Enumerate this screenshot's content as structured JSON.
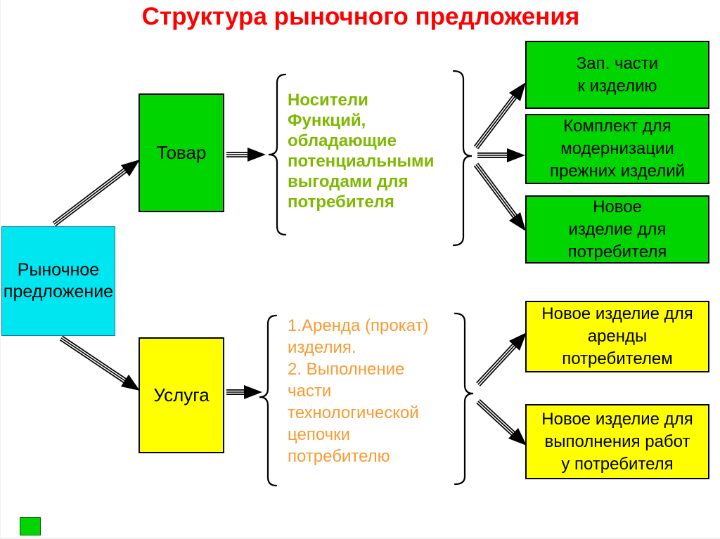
{
  "title": {
    "text": "Структура рыночного предложения",
    "color": "#FF0000"
  },
  "root_box": {
    "label": "Рыночное предложение",
    "fill": "#00E6F0"
  },
  "branches": {
    "product": {
      "box_label": "Товар",
      "box_fill": "#00D500",
      "note": "Носители\nФункций,\nобладающие\nпотенциальными\nвыгодами для\nпотребителя",
      "note_color": "#7EB800",
      "outputs": [
        "Зап. части\nк изделию",
        "Комплект для\nмодернизации\nпрежних изделий",
        "Новое\nизделие для\nпотребителя"
      ]
    },
    "service": {
      "box_label": "Услуга",
      "box_fill": "#FFFF00",
      "note": "1.Аренда (прокат)\nизделия.\n2. Выполнение\nчасти\nтехнологической\nцепочки\nпотребителю",
      "note_color": "#F99B33",
      "outputs": [
        "Новое изделие для\nаренды\nпотребителем",
        "Новое изделие для\nвыполнения работ\nу потребителя"
      ]
    }
  }
}
